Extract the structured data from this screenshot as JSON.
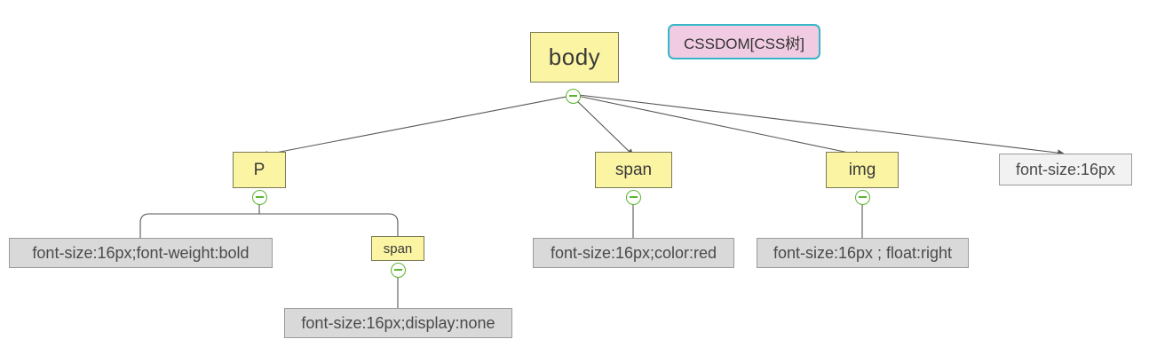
{
  "diagram": {
    "title_box": {
      "label": "CSSDOM[CSS树]",
      "fill": "#f0cbe2",
      "border": "#35b6c9"
    },
    "element_fill": "#fbf4a3",
    "element_border": "#7a7a55",
    "text_fill": "#f2f2f2",
    "text_fill_shaded": "#d9d9d9",
    "text_border": "#9a9a9a",
    "edge_color": "#555555",
    "toggle_color": "#5ab52f",
    "nodes": {
      "body": "body",
      "p": "P",
      "span_top": "span",
      "img": "img",
      "font_size_only": "font-size:16px",
      "p_text": "font-size:16px;font-weight:bold",
      "span_nested": "span",
      "span_nested_text": "font-size:16px;display:none",
      "span_top_text": "font-size:16px;color:red",
      "img_text": "font-size:16px ; float:right"
    },
    "toggles": {
      "body": "collapse-minus",
      "p": "collapse-minus",
      "span_top": "collapse-minus",
      "img": "collapse-minus",
      "span_nested": "collapse-minus"
    }
  }
}
